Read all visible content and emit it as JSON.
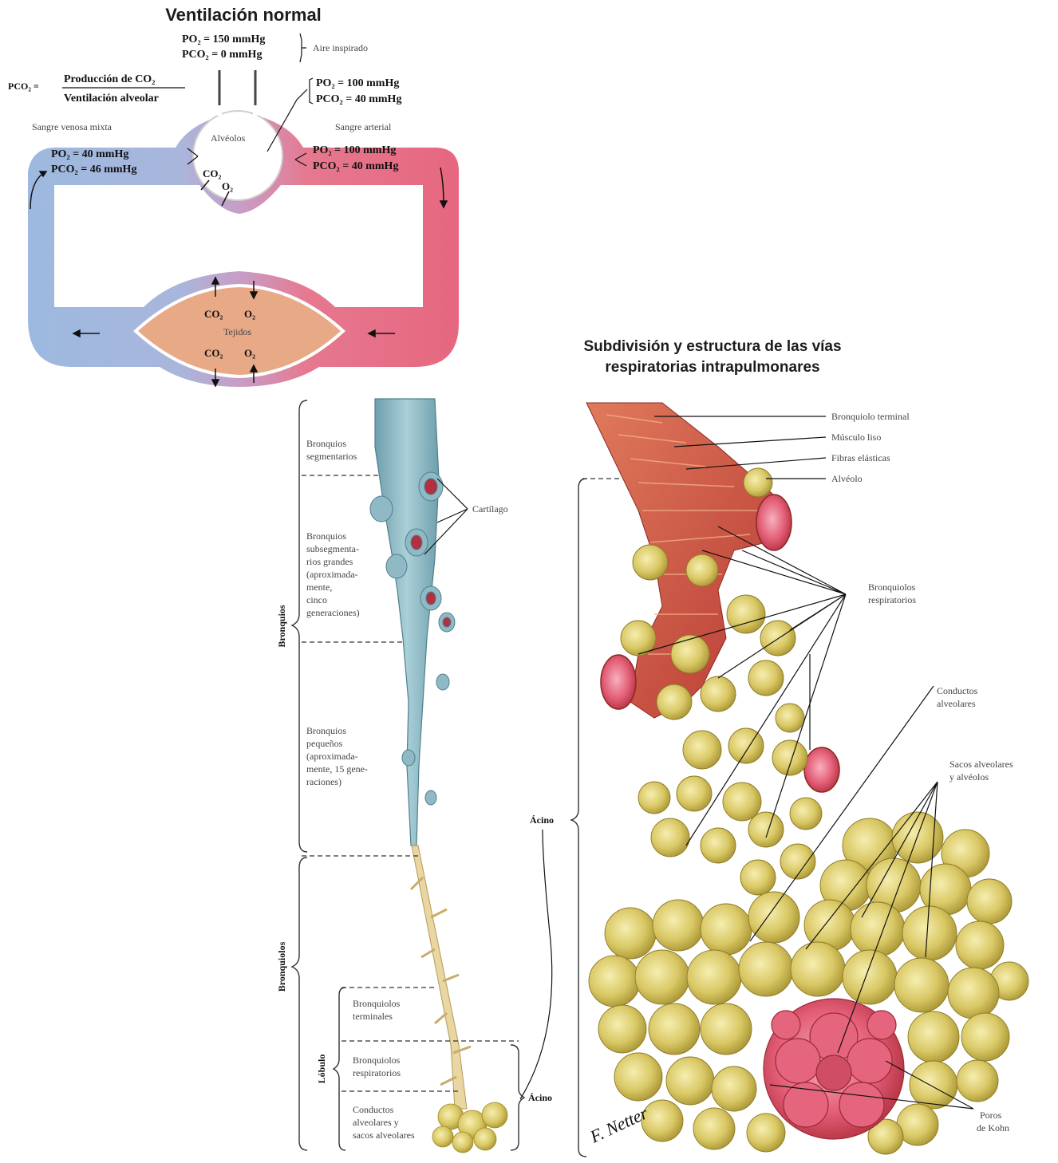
{
  "ventilation": {
    "title": "Ventilación normal",
    "inspired_po2": "PO₂ = 150 mmHg",
    "inspired_pco2": "PCO₂ = 0 mmHg",
    "inspired_label": "Aire inspirado",
    "formula_lhs": "PCO₂ =",
    "formula_num": "Producción de CO₂",
    "formula_den": "Ventilación alveolar",
    "alveolar_po2": "PO₂ = 100 mmHg",
    "alveolar_pco2": "PCO₂ = 40 mmHg",
    "venous_label": "Sangre venosa mixta",
    "arterial_label": "Sangre arterial",
    "alveolos_label": "Alvéolos",
    "venous_po2": "PO₂ = 40 mmHg",
    "venous_pco2": "PCO₂ = 46 mmHg",
    "arterial_po2": "PO₂ = 100 mmHg",
    "arterial_pco2": "PCO₂ = 40 mmHg",
    "alv_co2": "CO₂",
    "alv_o2": "O₂",
    "tissue_label": "Tejidos",
    "tissue_co2_top": "CO₂",
    "tissue_o2_top": "O₂",
    "tissue_co2_bottom": "CO₂",
    "tissue_o2_bottom": "O₂"
  },
  "airways": {
    "title_line1": "Subdivisión y estructura de las vías",
    "title_line2": "respiratorias intrapulmonares",
    "bronquios": "Bronquios",
    "bronquiolos": "Bronquiolos",
    "lobulo": "Lóbulo",
    "seg_line1": "Bronquios",
    "seg_line2": "segmentarios",
    "cartilago": "Cartílago",
    "subseg": [
      "Bronquios",
      "subsegmenta-",
      "rios grandes",
      "(aproximada-",
      "mente,",
      "cinco",
      "generaciones)"
    ],
    "small": [
      "Bronquios",
      "pequeños",
      "(aproximada-",
      "mente, 15 gene-",
      "raciones)"
    ],
    "terminal": [
      "Bronquiolos",
      "terminales"
    ],
    "respiratory": [
      "Bronquiolos",
      "respiratorios"
    ],
    "ducts": [
      "Conductos",
      "alveolares y",
      "sacos alveolares"
    ],
    "acino_left": "Ácino",
    "acino_main": "Ácino",
    "acinus_labels": {
      "terminal": "Bronquiolo terminal",
      "smooth_muscle": "Músculo liso",
      "elastic": "Fibras elásticas",
      "alveolus": "Alvéolo",
      "resp_line1": "Bronquiolos",
      "resp_line2": "respiratorios",
      "ducts_line1": "Conductos",
      "ducts_line2": "alveolares",
      "sacs_line1": "Sacos alveolares",
      "sacs_line2": "y alvéolos",
      "pores_line1": "Poros",
      "pores_line2": "de Kohn"
    },
    "signature": "F. Netter"
  },
  "colors": {
    "venous": "#9db9df",
    "arterial": "#e6677f",
    "tissue": "#e8a987",
    "cartilage_tree": "#8fb9c4",
    "bronchiole_tree": "#e9d6a3",
    "muscle": "#c9403f",
    "alveolus": "#c9b84a"
  }
}
